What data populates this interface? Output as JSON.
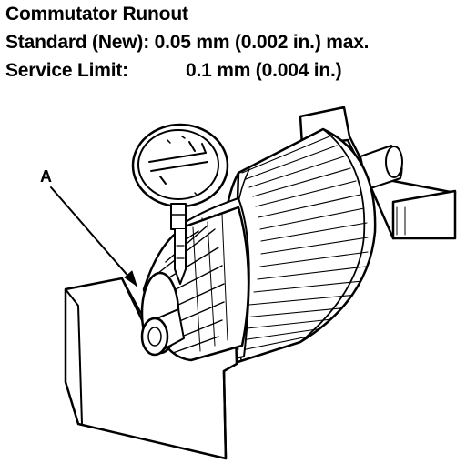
{
  "spec": {
    "title": "Commutator Runout",
    "standard_label": "Standard (New):",
    "standard_value": "0.05 mm (0.002 in.) max.",
    "service_label": "Service Limit:",
    "service_value": "0.1 mm (0.004 in.)"
  },
  "callout": {
    "label": "A"
  },
  "colors": {
    "ink": "#000000",
    "paper": "#ffffff"
  }
}
